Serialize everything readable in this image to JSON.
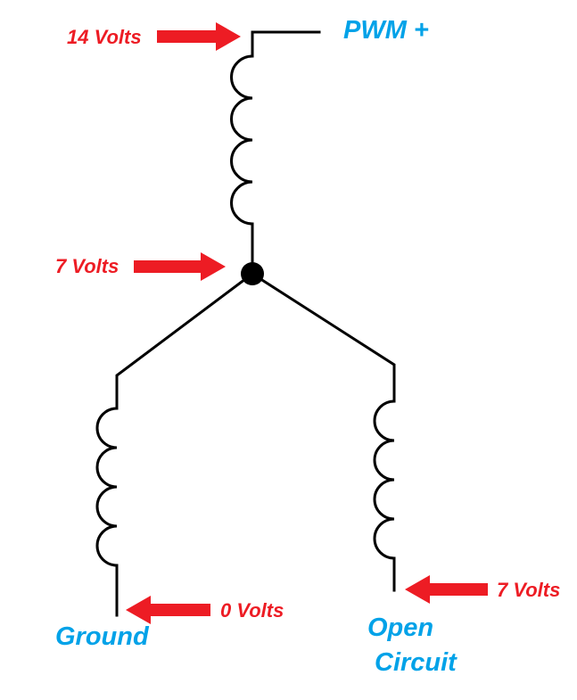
{
  "colors": {
    "wire": "#000000",
    "node": "#000000",
    "arrow": "#ED1C24",
    "voltage_text": "#ED1C24",
    "terminal_text": "#00A2E8"
  },
  "labels": {
    "pwm_terminal": "PWM +",
    "supply_voltage": "14 Volts",
    "center_voltage": "7 Volts",
    "ground_voltage": "0 Volts",
    "ground_terminal": "Ground",
    "open_voltage": "7 Volts",
    "open_terminal_line1": "Open",
    "open_terminal_line2": "Circuit"
  }
}
